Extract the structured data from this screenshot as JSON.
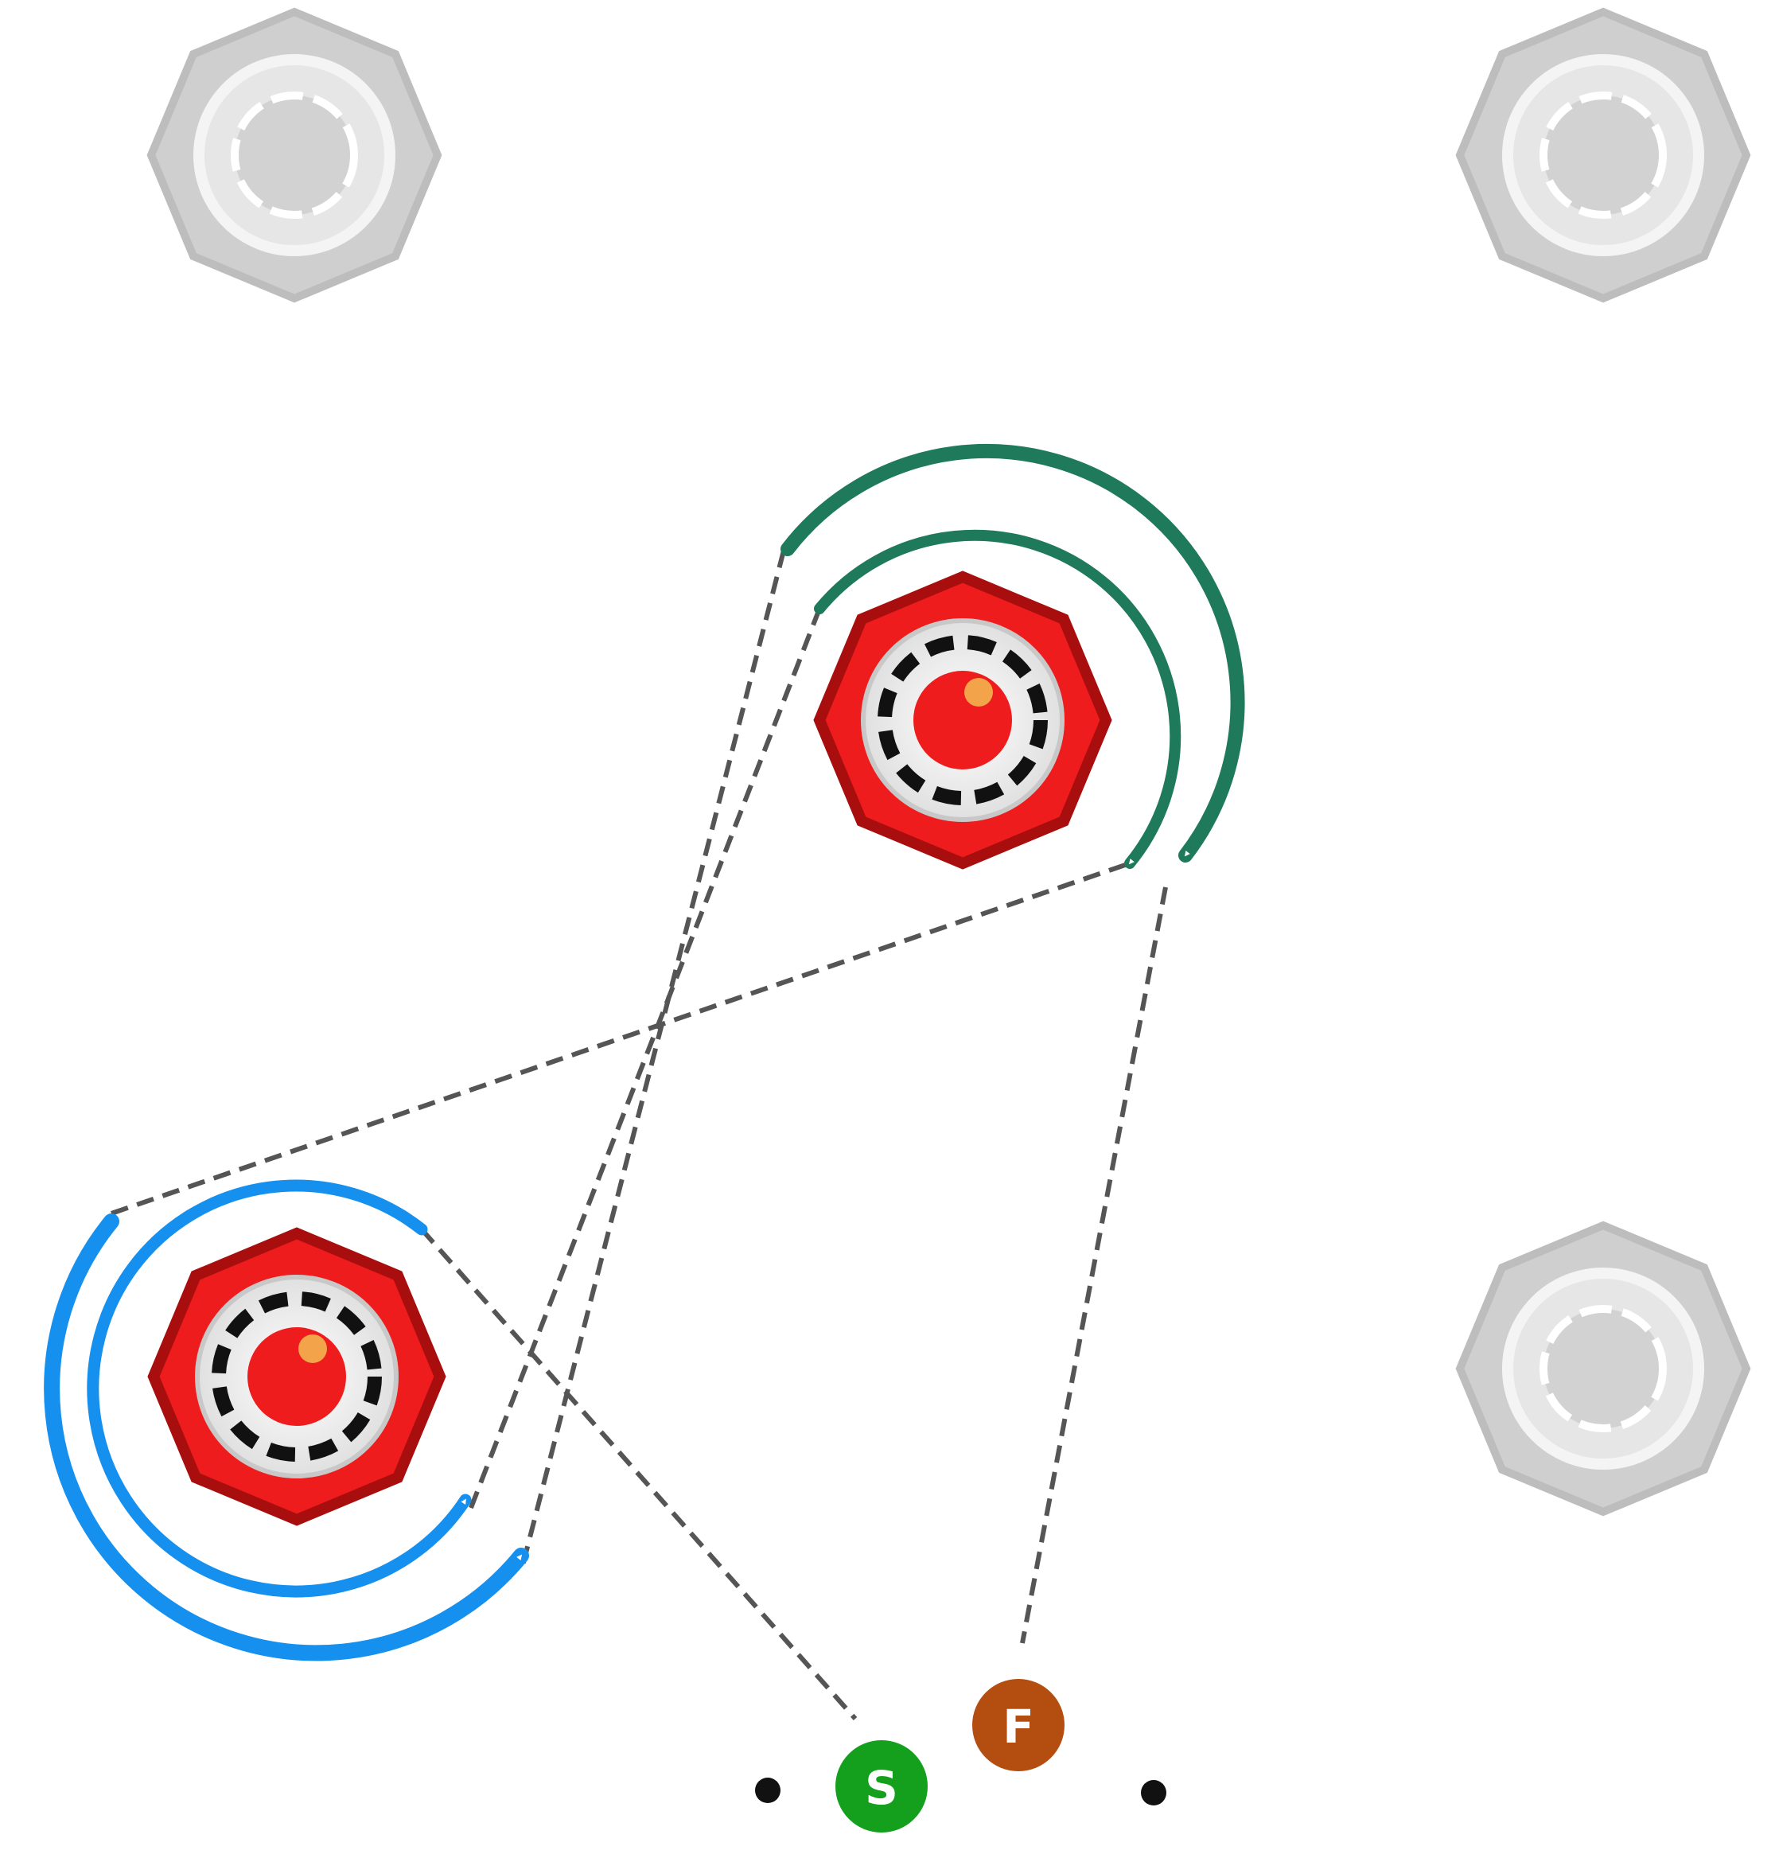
{
  "colors": {
    "background": "#ffffff",
    "cone_red": "#ee1c1c",
    "cone_red_dark": "#a80e0e",
    "cone_gray": "#cfcfcf",
    "cone_gray_dark": "#bdbdbd",
    "arrow_green": "#1f7a5c",
    "arrow_blue": "#1590ee",
    "dashed_line": "#555555",
    "start_marker": "#14a01c",
    "finish_marker": "#b34e10",
    "dot": "#111111"
  },
  "cones": [
    {
      "name": "cone-top-left",
      "state": "inactive"
    },
    {
      "name": "cone-top-right",
      "state": "inactive"
    },
    {
      "name": "cone-bottom-right",
      "state": "inactive"
    },
    {
      "name": "cone-center",
      "state": "active"
    },
    {
      "name": "cone-bottom-left",
      "state": "active"
    }
  ],
  "markers": {
    "start": {
      "label": "S"
    },
    "finish": {
      "label": "F"
    }
  },
  "icons": {
    "cone": "traffic-cone-icon",
    "ball": "soccer-ball-icon",
    "arrow": "curved-arrow-icon",
    "dot": "dot-icon"
  }
}
